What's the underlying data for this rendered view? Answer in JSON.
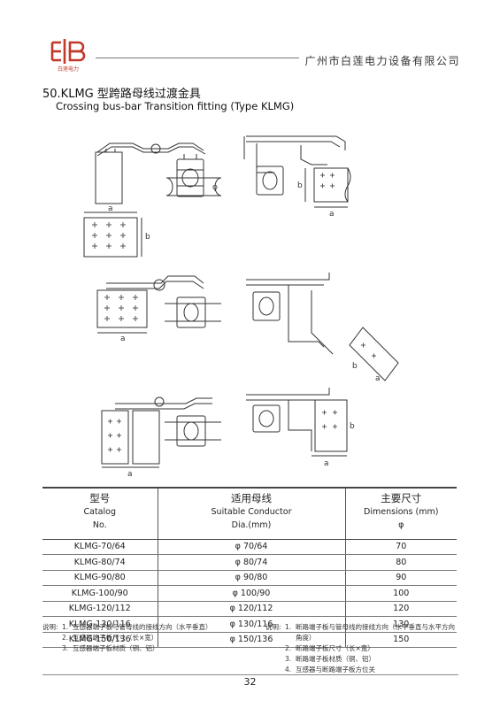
{
  "header": {
    "company": "广州市白莲电力设备有限公司",
    "logo_caption": "白莲电力",
    "accent_color": "#c0392b"
  },
  "product": {
    "title_cn": "50.KLMG 型跨路母线过渡金具",
    "title_en": "Crossing bus-bar Transition fitting (Type KLMG)"
  },
  "drawing_labels": {
    "a": "a",
    "b": "b",
    "phi": "φ"
  },
  "table": {
    "headers": [
      {
        "cn": "型号",
        "en1": "Catalog",
        "en2": "No."
      },
      {
        "cn": "适用母线",
        "en1": "Suitable Conductor",
        "en2": "Dia.(mm)"
      },
      {
        "cn": "主要尺寸",
        "en1": "Dimensions (mm)",
        "en2": "φ"
      }
    ],
    "rows": [
      {
        "model": "KLMG-70/64",
        "conductor": "φ 70/64",
        "dim": "70"
      },
      {
        "model": "KLMG-80/74",
        "conductor": "φ 80/74",
        "dim": "80"
      },
      {
        "model": "KLMG-90/80",
        "conductor": "φ 90/80",
        "dim": "90"
      },
      {
        "model": "KLMG-100/90",
        "conductor": "φ 100/90",
        "dim": "100"
      },
      {
        "model": "KLMG-120/112",
        "conductor": "φ 120/112",
        "dim": "120"
      },
      {
        "model": "KLMG-130/116",
        "conductor": "φ 130/116",
        "dim": "130"
      },
      {
        "model": "KLMG-150/136",
        "conductor": "φ 150/136",
        "dim": "150"
      }
    ]
  },
  "notes_left": {
    "label": "说明:",
    "items": [
      {
        "num": "1.",
        "text": "互感器端子板与管母线的接线方向（水平垂直）"
      },
      {
        "num": "2.",
        "text": "互感器端子板尺寸（长×宽）"
      },
      {
        "num": "3.",
        "text": "互感器端子板材质（铜、铝）"
      }
    ]
  },
  "notes_right": {
    "label": "说明:",
    "items": [
      {
        "num": "1.",
        "text": "断路端子板与管母线的接线方向（水平垂直与水平方向角度）"
      },
      {
        "num": "2.",
        "text": "断路端子板尺寸（长×宽）"
      },
      {
        "num": "3.",
        "text": "断路端子板材质（铜、铝）"
      },
      {
        "num": "4.",
        "text": "互感器与断路端子板方位关"
      }
    ]
  },
  "footer": {
    "page_number": "32"
  }
}
